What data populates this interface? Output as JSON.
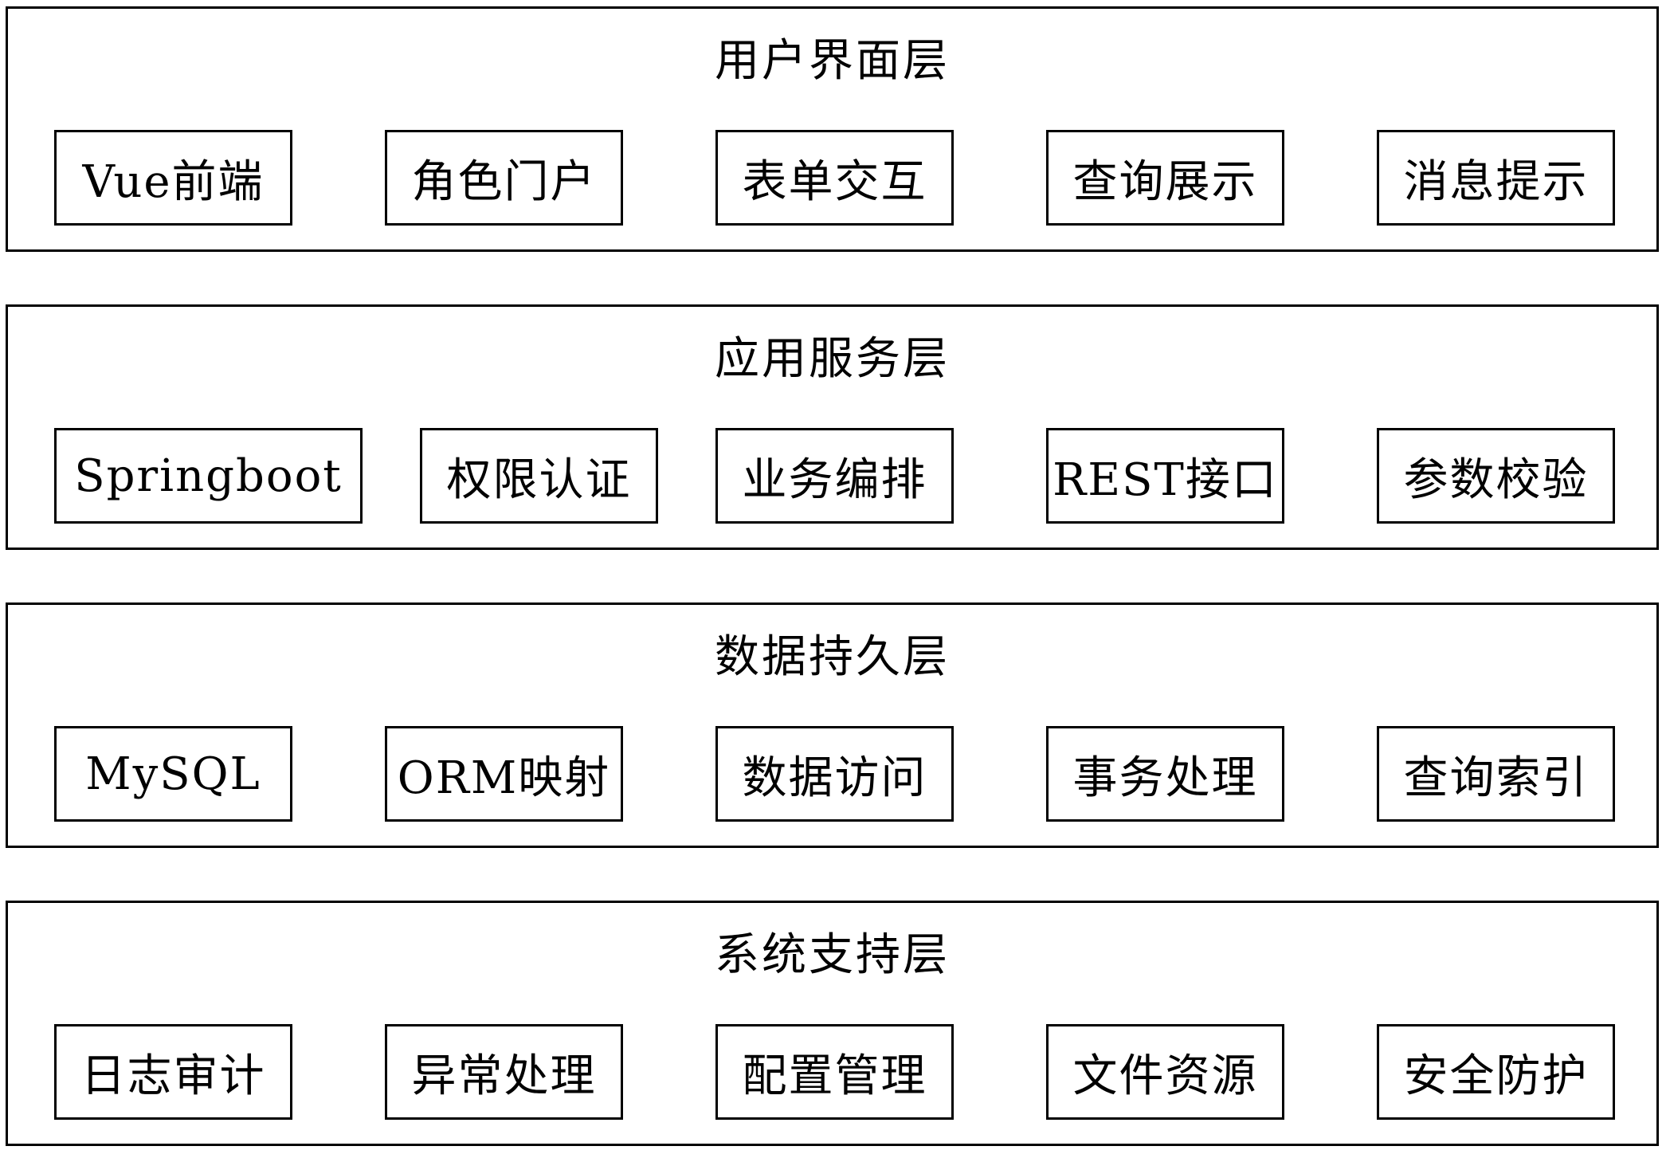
{
  "layers": [
    {
      "title": "用户界面层",
      "modules": [
        "Vue前端",
        "角色门户",
        "表单交互",
        "查询展示",
        "消息提示"
      ]
    },
    {
      "title": "应用服务层",
      "modules": [
        "Springboot",
        "权限认证",
        "业务编排",
        "REST接口",
        "参数校验"
      ]
    },
    {
      "title": "数据持久层",
      "modules": [
        "MySQL",
        "ORM映射",
        "数据访问",
        "事务处理",
        "查询索引"
      ]
    },
    {
      "title": "系统支持层",
      "modules": [
        "日志审计",
        "异常处理",
        "配置管理",
        "文件资源",
        "安全防护"
      ]
    }
  ]
}
